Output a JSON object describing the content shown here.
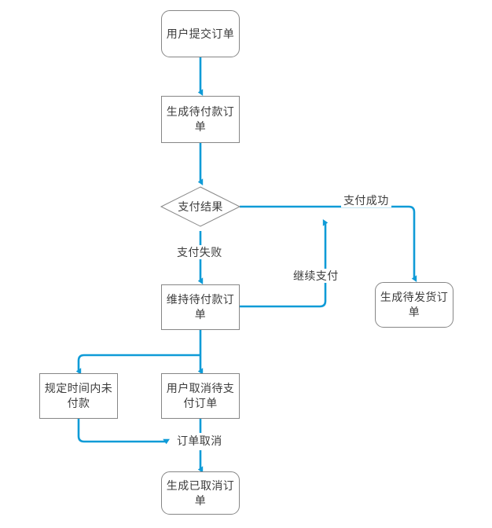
{
  "diagram": {
    "type": "flowchart",
    "title": "",
    "direction": "top-to-bottom",
    "colors": {
      "connector": "#0f9bd7",
      "node_border": "#868686",
      "node_fill": "#ffffff",
      "text": "#3c3c3c",
      "background": "#ffffff"
    },
    "nodes": [
      {
        "id": "submit",
        "label": "用户提交订单",
        "shape": "rounded-rect"
      },
      {
        "id": "create_unpaid",
        "label": "生成待付款订单",
        "shape": "rect"
      },
      {
        "id": "pay_result",
        "label": "支付结果",
        "shape": "diamond"
      },
      {
        "id": "keep_unpaid",
        "label": "维持待付款订单",
        "shape": "rect"
      },
      {
        "id": "to_ship",
        "label": "生成待发货订单",
        "shape": "rounded-rect"
      },
      {
        "id": "timeout",
        "label": "规定时间内未付款",
        "shape": "rect"
      },
      {
        "id": "user_cancel",
        "label": "用户取消待支付订单",
        "shape": "rect"
      },
      {
        "id": "canceled",
        "label": "生成已取消订单",
        "shape": "rounded-rect"
      }
    ],
    "edge_labels": [
      {
        "id": "pay_success",
        "label": "支付成功"
      },
      {
        "id": "pay_fail",
        "label": "支付失败"
      },
      {
        "id": "continue_pay",
        "label": "继续支付"
      },
      {
        "id": "order_cancel",
        "label": "订单取消"
      }
    ],
    "edges": [
      {
        "from": "submit",
        "to": "create_unpaid",
        "label": ""
      },
      {
        "from": "create_unpaid",
        "to": "pay_result",
        "label": ""
      },
      {
        "from": "pay_result",
        "to": "to_ship",
        "label": "支付成功"
      },
      {
        "from": "pay_result",
        "to": "keep_unpaid",
        "label": "支付失败"
      },
      {
        "from": "keep_unpaid",
        "to": "pay_result",
        "label": "继续支付"
      },
      {
        "from": "keep_unpaid",
        "to": "timeout",
        "label": ""
      },
      {
        "from": "keep_unpaid",
        "to": "user_cancel",
        "label": ""
      },
      {
        "from": "timeout",
        "to": "canceled",
        "label": "订单取消"
      },
      {
        "from": "user_cancel",
        "to": "canceled",
        "label": ""
      }
    ]
  }
}
